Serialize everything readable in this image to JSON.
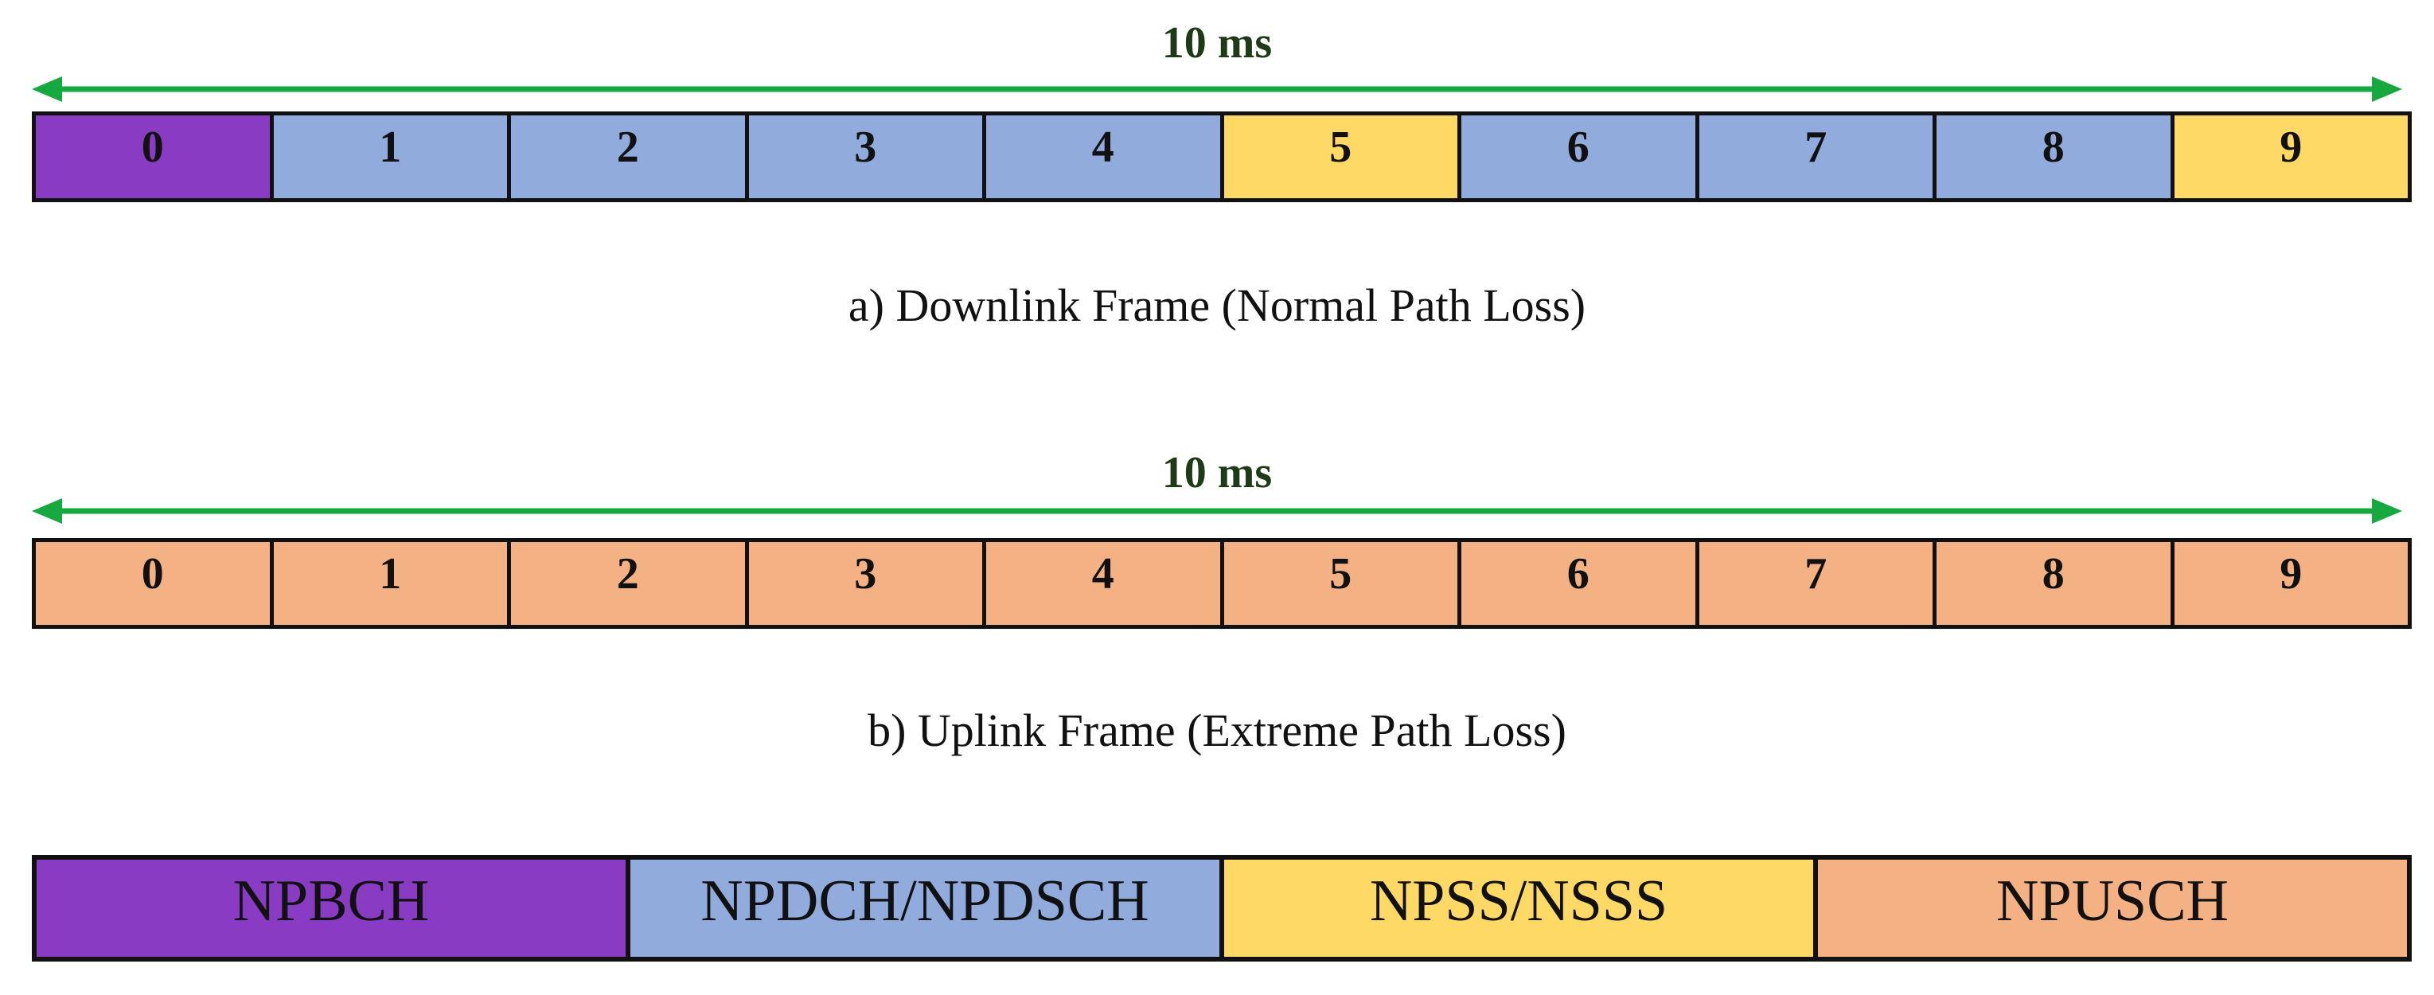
{
  "colors": {
    "NPBCH": "#8a3bc3",
    "NPDCCH": "#90abdc",
    "NPSS_NSSS": "#ffd966",
    "NPUSCH": "#f4b183",
    "arrow": "#17a83f"
  },
  "downlink": {
    "span": "10 ms",
    "caption": "a) Downlink Frame (Normal Path Loss)",
    "subframes": [
      {
        "label": "0",
        "channel": "NPBCH"
      },
      {
        "label": "1",
        "channel": "NPDCCH"
      },
      {
        "label": "2",
        "channel": "NPDCCH"
      },
      {
        "label": "3",
        "channel": "NPDCCH"
      },
      {
        "label": "4",
        "channel": "NPDCCH"
      },
      {
        "label": "5",
        "channel": "NPSS_NSSS"
      },
      {
        "label": "6",
        "channel": "NPDCCH"
      },
      {
        "label": "7",
        "channel": "NPDCCH"
      },
      {
        "label": "8",
        "channel": "NPDCCH"
      },
      {
        "label": "9",
        "channel": "NPSS_NSSS"
      }
    ]
  },
  "uplink": {
    "span": "10 ms",
    "caption": "b) Uplink Frame (Extreme Path Loss)",
    "subframes": [
      {
        "label": "0",
        "channel": "NPUSCH"
      },
      {
        "label": "1",
        "channel": "NPUSCH"
      },
      {
        "label": "2",
        "channel": "NPUSCH"
      },
      {
        "label": "3",
        "channel": "NPUSCH"
      },
      {
        "label": "4",
        "channel": "NPUSCH"
      },
      {
        "label": "5",
        "channel": "NPUSCH"
      },
      {
        "label": "6",
        "channel": "NPUSCH"
      },
      {
        "label": "7",
        "channel": "NPUSCH"
      },
      {
        "label": "8",
        "channel": "NPUSCH"
      },
      {
        "label": "9",
        "channel": "NPUSCH"
      }
    ]
  },
  "legend": [
    {
      "label": "NPBCH",
      "channel": "NPBCH"
    },
    {
      "label": "NPDCH/NPDSCH",
      "channel": "NPDCCH"
    },
    {
      "label": "NPSS/NSSS",
      "channel": "NPSS_NSSS"
    },
    {
      "label": "NPUSCH",
      "channel": "NPUSCH"
    }
  ]
}
